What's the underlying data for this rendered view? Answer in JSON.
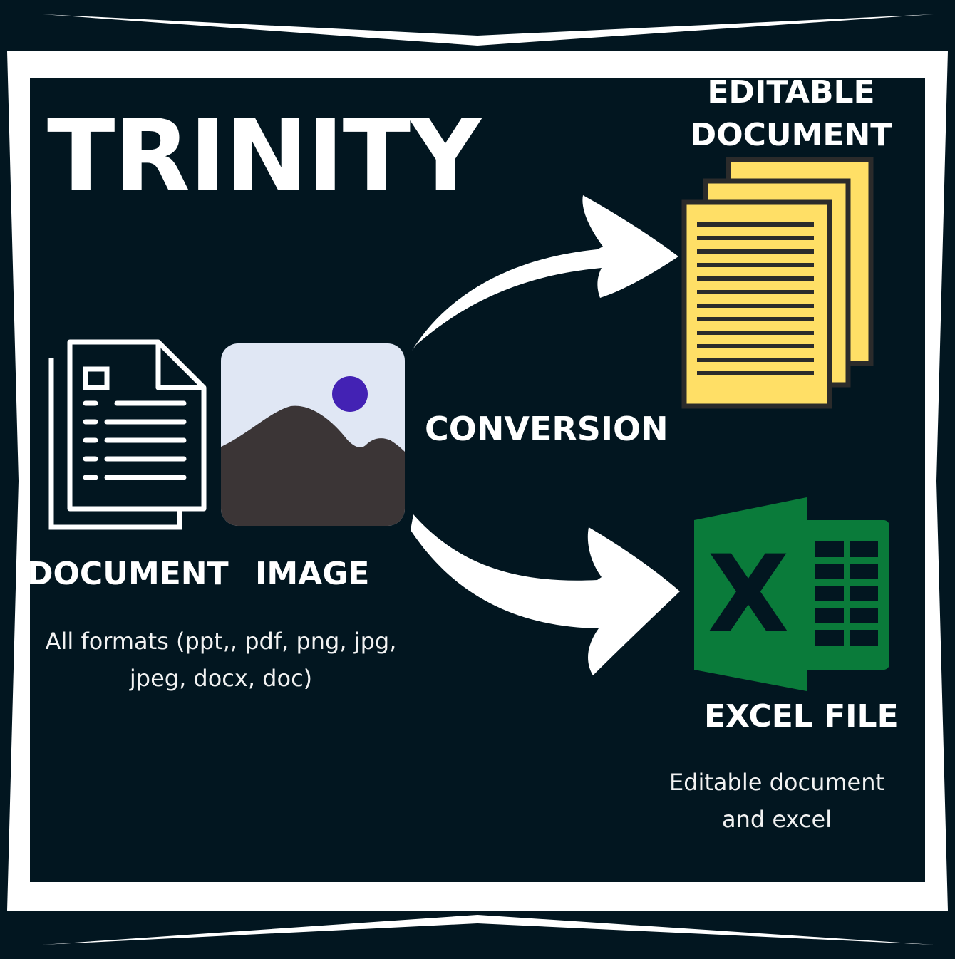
{
  "title": "TRINITY",
  "inputs": {
    "document_label": "DOCUMENT",
    "image_label": "IMAGE",
    "description_lines": [
      "All formats (ppt,, pdf, png, jpg,",
      "jpeg, docx, doc)"
    ]
  },
  "conversion_label": "CONVERSION",
  "outputs": {
    "editable_label_lines": [
      "EDITABLE",
      "DOCUMENT"
    ],
    "excel_label": "EXCEL FILE",
    "description_lines": [
      "Editable document",
      "and excel"
    ],
    "excel_icon_letter": "X"
  },
  "colors": {
    "background": "#021620",
    "frame": "#ffffff",
    "document_yellow": "#ffdf66",
    "excel_green": "#0a7b3a",
    "image_sky": "#e0e7f4",
    "image_mountain": "#3b3536",
    "image_sun": "#4322b4"
  },
  "icons": [
    "document-icon",
    "image-icon",
    "editable-documents-icon",
    "excel-icon",
    "arrow-icon"
  ]
}
